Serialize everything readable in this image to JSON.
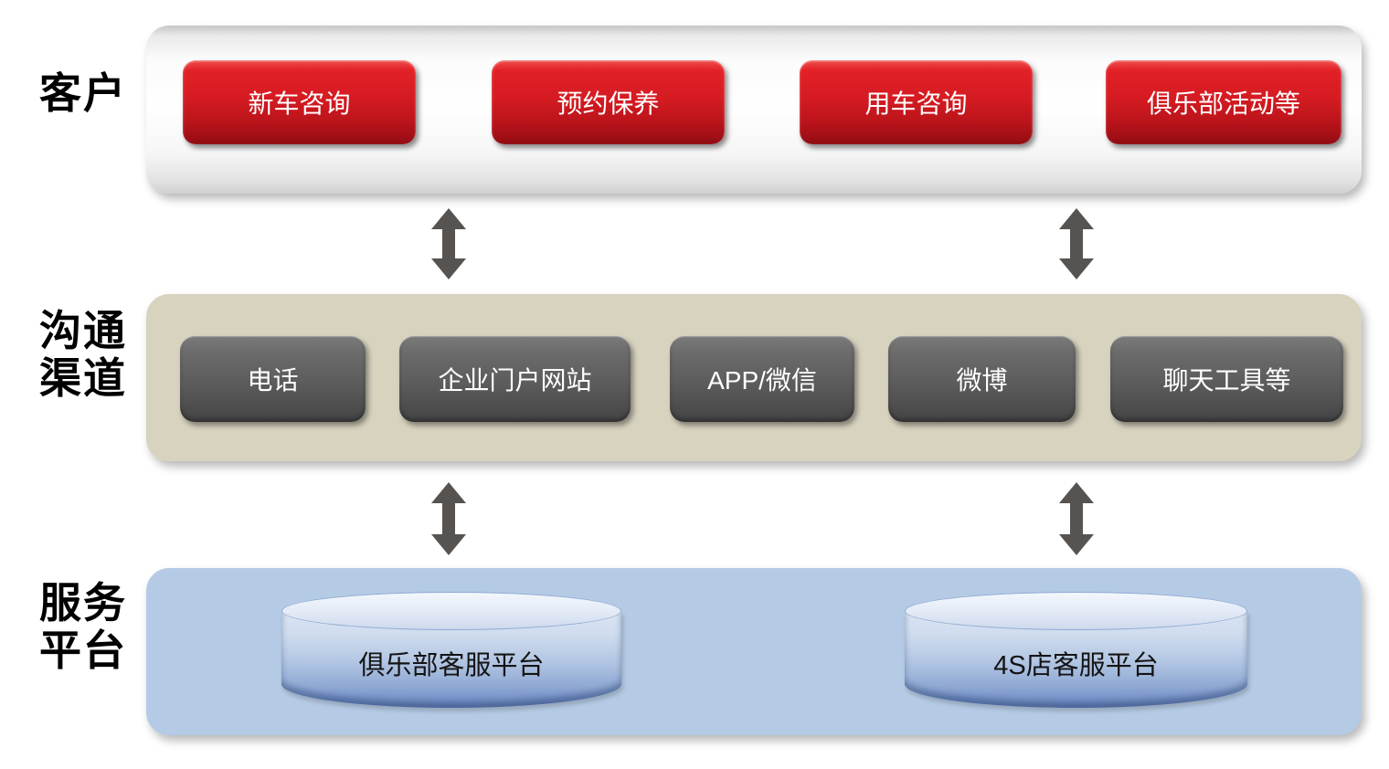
{
  "layers": [
    {
      "name": "customers",
      "label_lines": [
        "客户"
      ],
      "items": [
        "新车咨询",
        "预约保养",
        "用车咨询",
        "俱乐部活动等"
      ]
    },
    {
      "name": "communication-channels",
      "label_lines": [
        "沟通",
        "渠道"
      ],
      "items": [
        "电话",
        "企业门户网站",
        "APP/微信",
        "微博",
        "聊天工具等"
      ]
    },
    {
      "name": "service-platforms",
      "label_lines": [
        "服务",
        "平台"
      ],
      "items": [
        "俱乐部客服平台",
        "4S店客服平台"
      ]
    }
  ],
  "connections": [
    {
      "from": "customers",
      "to": "communication-channels",
      "style": "bidirectional-vertical-arrow",
      "count": 2
    },
    {
      "from": "communication-channels",
      "to": "service-platforms",
      "style": "bidirectional-vertical-arrow",
      "count": 2
    }
  ],
  "colors": {
    "customer_node_red": "#cb1119",
    "channel_node_gray": "#595959",
    "customer_panel_gray": "#f2f2f2",
    "channel_panel_beige": "#d8d3bf",
    "platform_panel_blue": "#b5cbe5",
    "cylinder_blue": "#7e9cce",
    "arrow_gray": "#575350",
    "node_text": "#ffffff",
    "label_text": "#000000"
  }
}
